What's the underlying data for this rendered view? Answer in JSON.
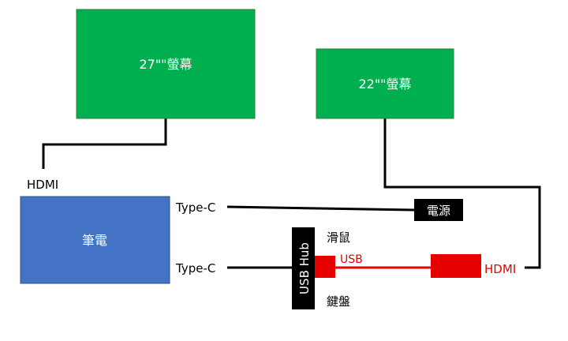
{
  "colors": {
    "monitor_fill": "#00B050",
    "monitor_border": "#2E7D32",
    "laptop_fill": "#4472C4",
    "laptop_border": "#2F528F",
    "cable": "#000000",
    "usb_cable": "#E60000",
    "box_text": "#FFFFFF",
    "label_text": "#000000",
    "usb_label_text": "#E60000",
    "black_block_fill": "#000000"
  },
  "monitors": [
    {
      "id": "monitor-27",
      "label": "27\"\"螢幕"
    },
    {
      "id": "monitor-22",
      "label": "22\"\"螢幕"
    }
  ],
  "laptop": {
    "label": "筆電"
  },
  "power": {
    "label": "電源"
  },
  "usb_hub": {
    "label": "USB Hub"
  },
  "labels": {
    "hdmi_left": "HDMI",
    "type_c_top": "Type-C",
    "type_c_bottom": "Type-C",
    "mouse": "滑鼠",
    "keyboard": "鍵盤",
    "usb": "USB",
    "hdmi_right": "HDMI"
  }
}
